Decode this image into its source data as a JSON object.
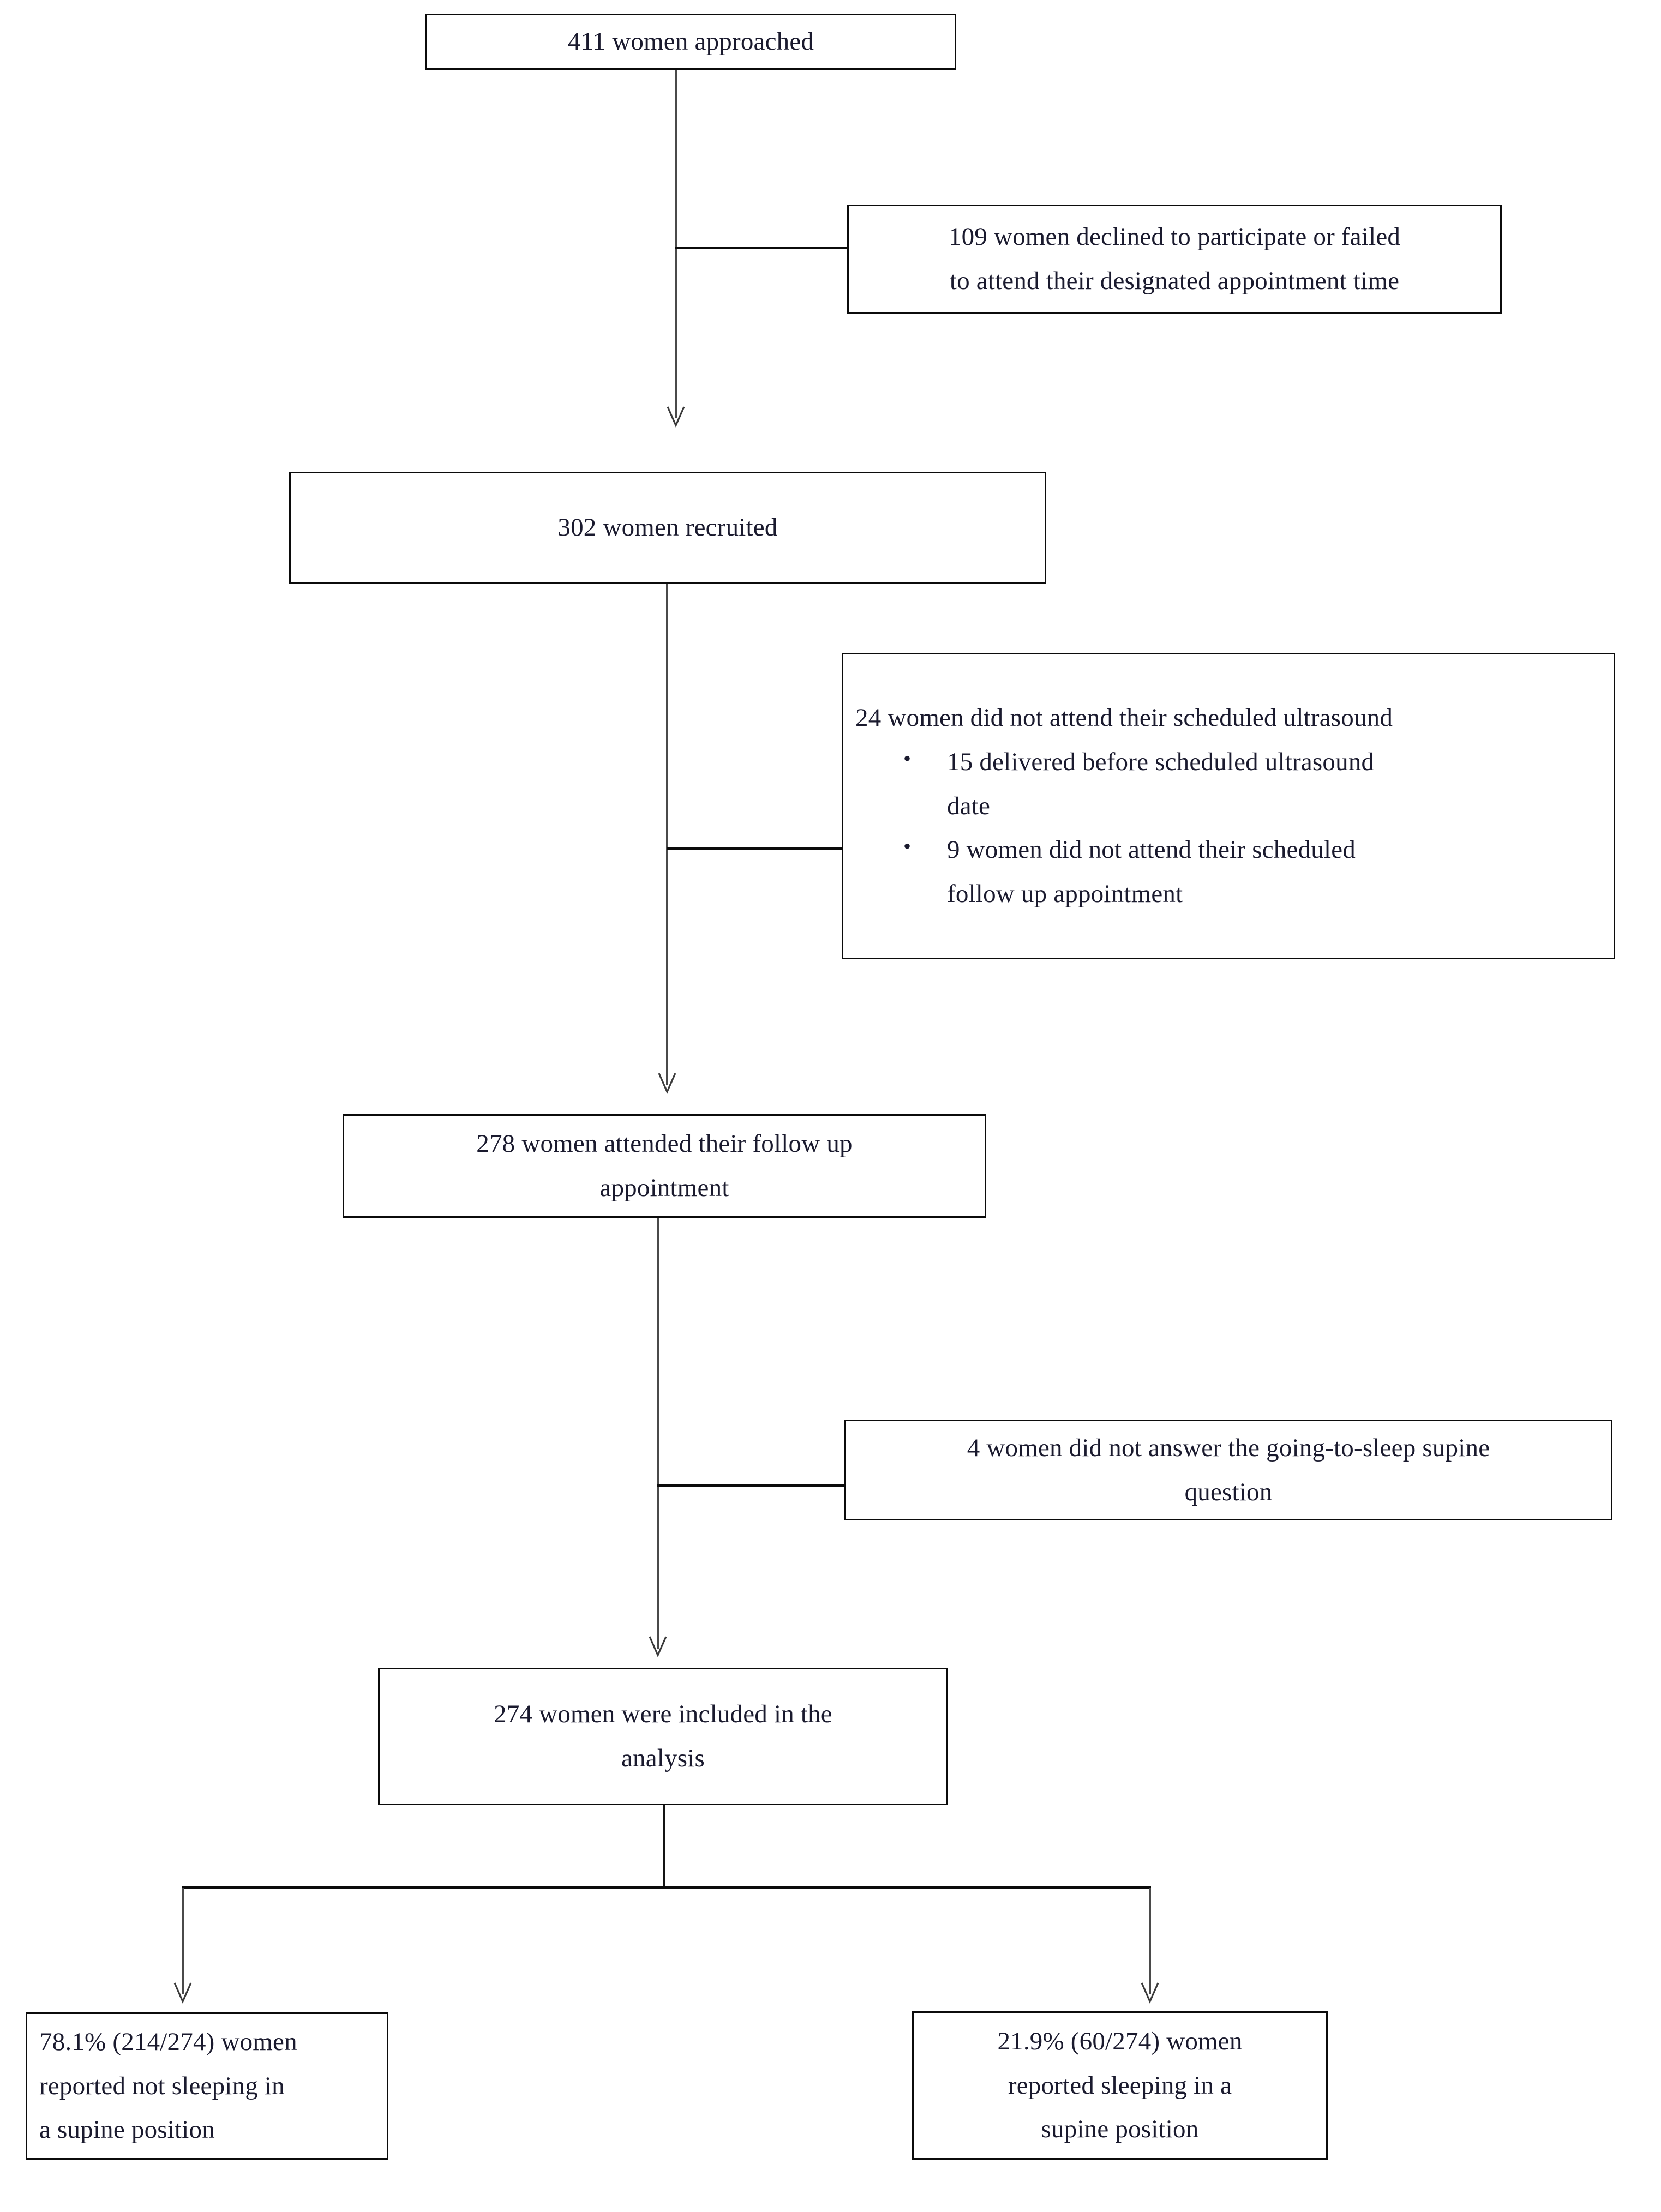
{
  "diagram": {
    "title": "Participant flow diagram",
    "type": "flowchart",
    "nodes": {
      "approached": "411 women approached",
      "declined_line1": "109 women declined to participate or failed",
      "declined_line2": "to attend their designated appointment time",
      "recruited": "302 women recruited",
      "no_ultrasound_heading": "24 women did not attend their scheduled ultrasound",
      "no_ultrasound_bullet1_line1": "15 delivered before scheduled ultrasound",
      "no_ultrasound_bullet1_line2": "date",
      "no_ultrasound_bullet2_line1": "9 women did not attend their scheduled",
      "no_ultrasound_bullet2_line2": "follow up appointment",
      "attended_line1": "278 women attended their follow up",
      "attended_line2": "appointment",
      "no_answer_line1": "4 women did not answer the going-to-sleep supine",
      "no_answer_line2": "question",
      "included_line1": "274 women were included in the",
      "included_line2": "analysis",
      "not_supine_line1": "78.1% (214/274) women",
      "not_supine_line2": "reported not sleeping in",
      "not_supine_line3": "a supine position",
      "supine_line1": "21.9% (60/274) women",
      "supine_line2": "reported sleeping in a",
      "supine_line3": "supine position"
    },
    "bullet_glyph": "•",
    "colors": {
      "box_border": "#0b0b0b",
      "connector": "#4a4a4a",
      "text": "#1a1a2e",
      "background": "#ffffff"
    }
  },
  "chart_data": {
    "type": "flowchart",
    "title": "Participant flow diagram",
    "stages": [
      {
        "label": "women approached",
        "value": 411
      },
      {
        "label": "women recruited",
        "value": 302
      },
      {
        "label": "women attended their follow up appointment",
        "value": 278
      },
      {
        "label": "women were included in the analysis",
        "value": 274
      }
    ],
    "exclusions": [
      {
        "after_stage": "411 women approached",
        "value": 109,
        "reason": "declined to participate or failed to attend their designated appointment time"
      },
      {
        "after_stage": "302 women recruited",
        "value": 24,
        "reason": "did not attend their scheduled ultrasound",
        "breakdown": [
          {
            "value": 15,
            "reason": "delivered before scheduled ultrasound date"
          },
          {
            "value": 9,
            "reason": "women did not attend their scheduled follow up appointment"
          }
        ]
      },
      {
        "after_stage": "278 women attended their follow up appointment",
        "value": 4,
        "reason": "did not answer the going-to-sleep supine question"
      }
    ],
    "outcomes": [
      {
        "label": "reported not sleeping in a supine position",
        "percent": 78.1,
        "numerator": 214,
        "denominator": 274
      },
      {
        "label": "reported sleeping in a supine position",
        "percent": 21.9,
        "numerator": 60,
        "denominator": 274
      }
    ]
  }
}
